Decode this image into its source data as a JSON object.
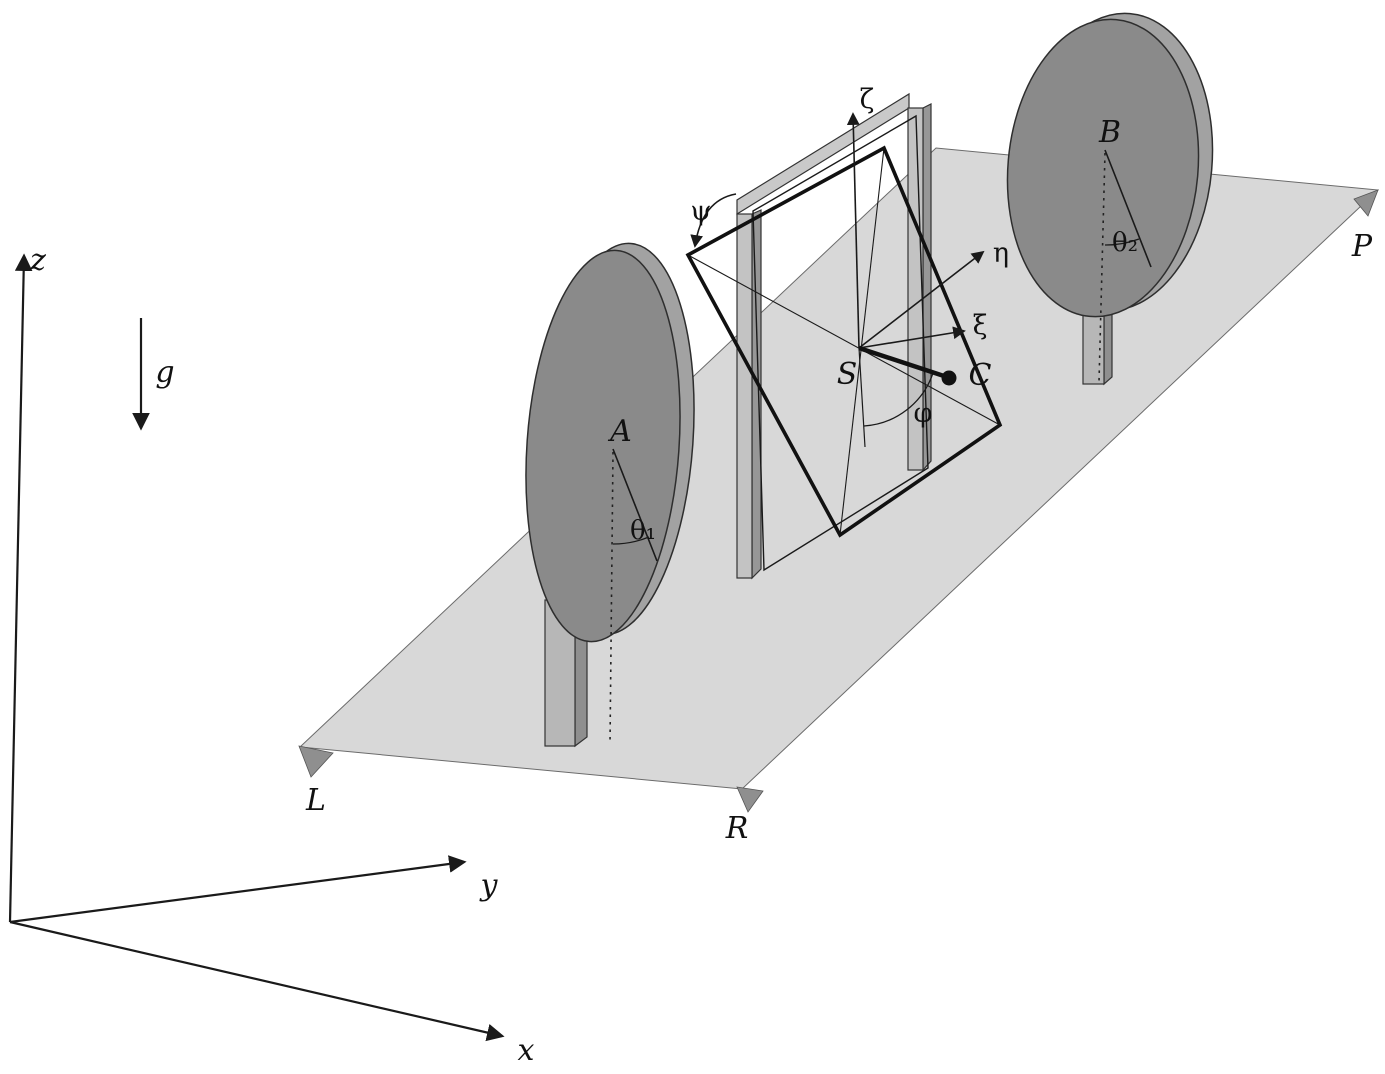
{
  "diagram": {
    "world_axes": {
      "x": "x",
      "y": "y",
      "z": "z"
    },
    "gravity": {
      "label": "g"
    },
    "ground_plane": {
      "corner_labels": {
        "left": "L",
        "front": "R",
        "far": "P"
      }
    },
    "disk_a": {
      "label": "A",
      "tilt_angle_label": "θ₁"
    },
    "disk_b": {
      "label": "B",
      "tilt_angle_label": "θ₂"
    },
    "plate_assembly": {
      "center_label": "S",
      "mass_point_label": "C",
      "axis_zeta": "ζ",
      "axis_eta": "η",
      "axis_xi": "ξ",
      "angle_psi": "ψ",
      "angle_phi": "φ"
    },
    "colors": {
      "background": "#ffffff",
      "ground_plane": "#d8d8d8",
      "corner_tab": "#8f8f8f",
      "disk_face": "#8a8a8a",
      "disk_rim": "#a2a2a2",
      "post_front": "#c3c3c3",
      "post_side": "#979797",
      "crossbar": "#c9c9c9",
      "stem_front": "#b7b7b7",
      "stem_side": "#8f8f8f",
      "ink": "#1a1a1a"
    }
  }
}
